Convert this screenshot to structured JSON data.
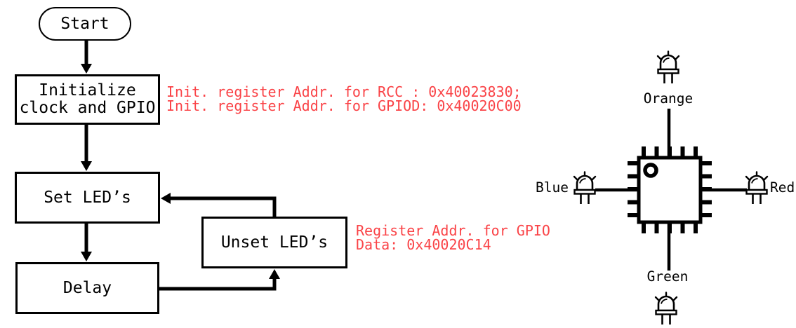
{
  "colors": {
    "line": "#000000",
    "annotation": "#fa4347",
    "bg": "#ffffff"
  },
  "flowchart": {
    "nodes": {
      "start": {
        "label": "Start",
        "shape": "terminal"
      },
      "init": {
        "lines": [
          "Initialize",
          "clock and GPIO"
        ],
        "shape": "process"
      },
      "set": {
        "label": "Set LED’s",
        "shape": "process"
      },
      "delay": {
        "label": "Delay",
        "shape": "process"
      },
      "unset": {
        "label": "Unset LED’s",
        "shape": "process"
      }
    },
    "edges": [
      "start -> init",
      "init -> set",
      "set -> delay",
      "delay -> unset",
      "unset -> set"
    ],
    "annotations": {
      "init": {
        "lines": [
          "Init. register Addr. for RCC : 0x40023830;",
          "Init. register Addr. for GPIOD: 0x40020C00"
        ]
      },
      "unset": {
        "lines": [
          "Register Addr. for GPIO",
          "Data: 0x40020C14"
        ]
      }
    }
  },
  "mcu": {
    "chip_icon": "microcontroller-qfp-chip",
    "pin1_marker": "circle",
    "pins_per_side": 5,
    "leds": [
      {
        "position": "top",
        "label": "Orange",
        "icon": "led-icon"
      },
      {
        "position": "left",
        "label": "Blue",
        "icon": "led-icon"
      },
      {
        "position": "right",
        "label": "Red",
        "icon": "led-icon"
      },
      {
        "position": "bottom",
        "label": "Green",
        "icon": "led-icon"
      }
    ]
  }
}
